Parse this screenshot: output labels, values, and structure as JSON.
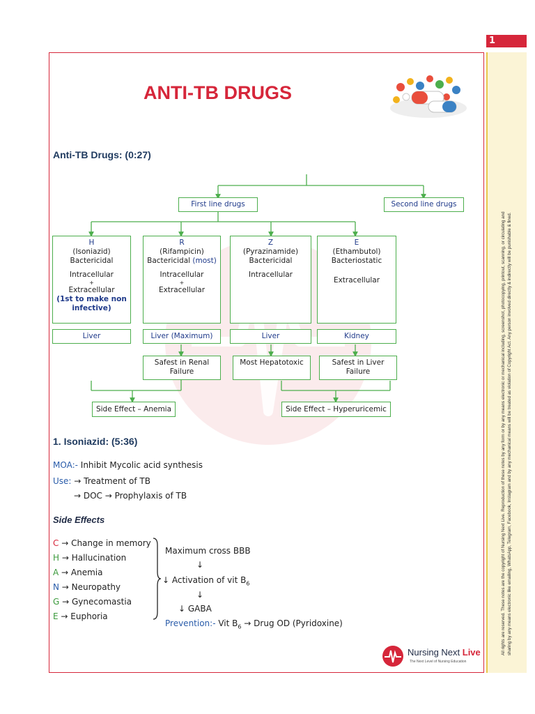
{
  "page_number": "1",
  "title": "ANTI-TB DRUGS",
  "section1_heading": "Anti-TB Drugs: (0:27)",
  "tree": {
    "first_line": "First line drugs",
    "second_line": "Second line drugs",
    "drugs": [
      {
        "letter": "H",
        "name": "(Isoniazid)",
        "action": "Bactericidal",
        "action_note": "",
        "site1": "Intracellular",
        "plus": "+",
        "site2": "Extracellular",
        "note": "(1st to make non infective)",
        "organ": "Liver"
      },
      {
        "letter": "R",
        "name": "(Rifampicin)",
        "action": "Bactericidal",
        "action_note": "(most)",
        "site1": "Intracellular",
        "plus": "+",
        "site2": "Extracellular",
        "note": "",
        "organ": "Liver (Maximum)"
      },
      {
        "letter": "Z",
        "name": "(Pyrazinamide)",
        "action": "Bactericidal",
        "action_note": "",
        "site1": "Intracellular",
        "plus": "",
        "site2": "",
        "note": "",
        "organ": "Liver"
      },
      {
        "letter": "E",
        "name": "(Ethambutol)",
        "action": "Bacteriostatic",
        "action_note": "",
        "site1": "",
        "plus": "",
        "site2": "Extracellular",
        "note": "",
        "organ": "Kidney"
      }
    ],
    "safest_renal": "Safest in Renal Failure",
    "most_hepatotoxic": "Most Hepatotoxic",
    "safest_liver": "Safest in Liver Failure",
    "side_effect_anemia": "Side Effect – Anemia",
    "side_effect_hyperuricemic": "Side Effect – Hyperuricemic"
  },
  "section2_heading": "1.  Isoniazid: (5:36)",
  "moa_label": "MOA:-",
  "moa_text": " Inhibit Mycolic acid synthesis",
  "use_label": "Use:",
  "use_line1": " → Treatment of TB",
  "use_line2": "→ DOC → Prophylaxis of TB",
  "side_effects_heading": "Side Effects",
  "chage": [
    {
      "letter": "C",
      "text": " → Change in memory"
    },
    {
      "letter": "H",
      "text": " → Hallucination"
    },
    {
      "letter": "A",
      "text": " → Anemia"
    },
    {
      "letter": "N",
      "text": " → Neuropathy"
    },
    {
      "letter": "G",
      "text": " → Gynecomastia"
    },
    {
      "letter": "E",
      "text": " → Euphoria"
    }
  ],
  "mechanism": {
    "line1": "Maximum cross BBB",
    "arrow": "↓",
    "line2_pre": "↓ Activation of vit B",
    "line2_sub": "6",
    "line3": "↓ GABA",
    "prevention_label": "Prevention:-",
    "prevention_pre": " Vit B",
    "prevention_sub": "6",
    "prevention_post": " → Drug OD (Pyridoxine)"
  },
  "logo": {
    "name_pre": "Nursing Next ",
    "name_live": "Live",
    "tagline": "The Next Level of Nursing Education"
  },
  "copyright_line1": "All rights are reserved. These notes are the copyright of Nursing Next Live. Reproduction of these notes by any form or by any means electronic or mechanical including, screenshot, photocopying, printout, scanning, or circulating and",
  "copyright_line2": "sharing by any means electronic like emailing, WhatsApp, Telegram, Facebook, Instagram and by any mechanical means will be treated as violation of Copyright Act. Any person involved directly & indirectly will be punishable & fined.",
  "colors": {
    "accent_red": "#d6263a",
    "box_green": "#4cae4c",
    "heading_navy": "#1f3a5f",
    "sidebar_bg": "#fbf4d6"
  }
}
